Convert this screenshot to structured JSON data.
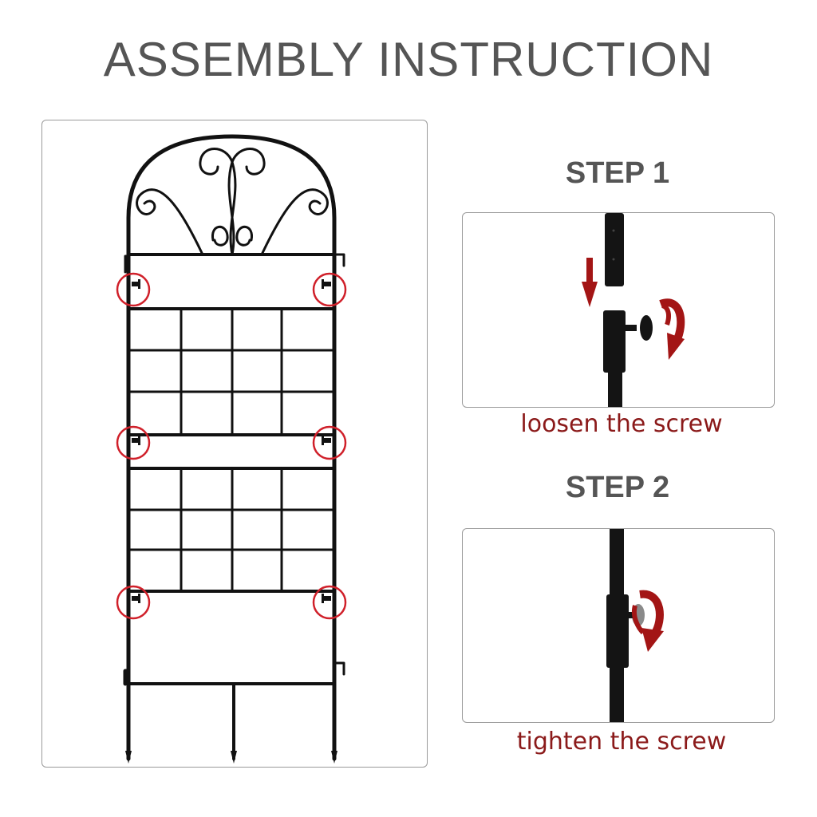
{
  "title": "ASSEMBLY INSTRUCTION",
  "steps": [
    {
      "heading": "STEP 1",
      "caption": "loosen the screw"
    },
    {
      "heading": "STEP 2",
      "caption": "tighten the screw"
    }
  ],
  "colors": {
    "title_text": "#555555",
    "caption_text": "#8b1a1a",
    "arrow": "#a31515",
    "highlight_circle": "#d0202a",
    "metal": "#111111",
    "panel_border": "#9a9a9a"
  },
  "icons": {
    "down_arrow": "down-arrow-icon",
    "rotate_arrow": "rotate-arrow-icon"
  }
}
